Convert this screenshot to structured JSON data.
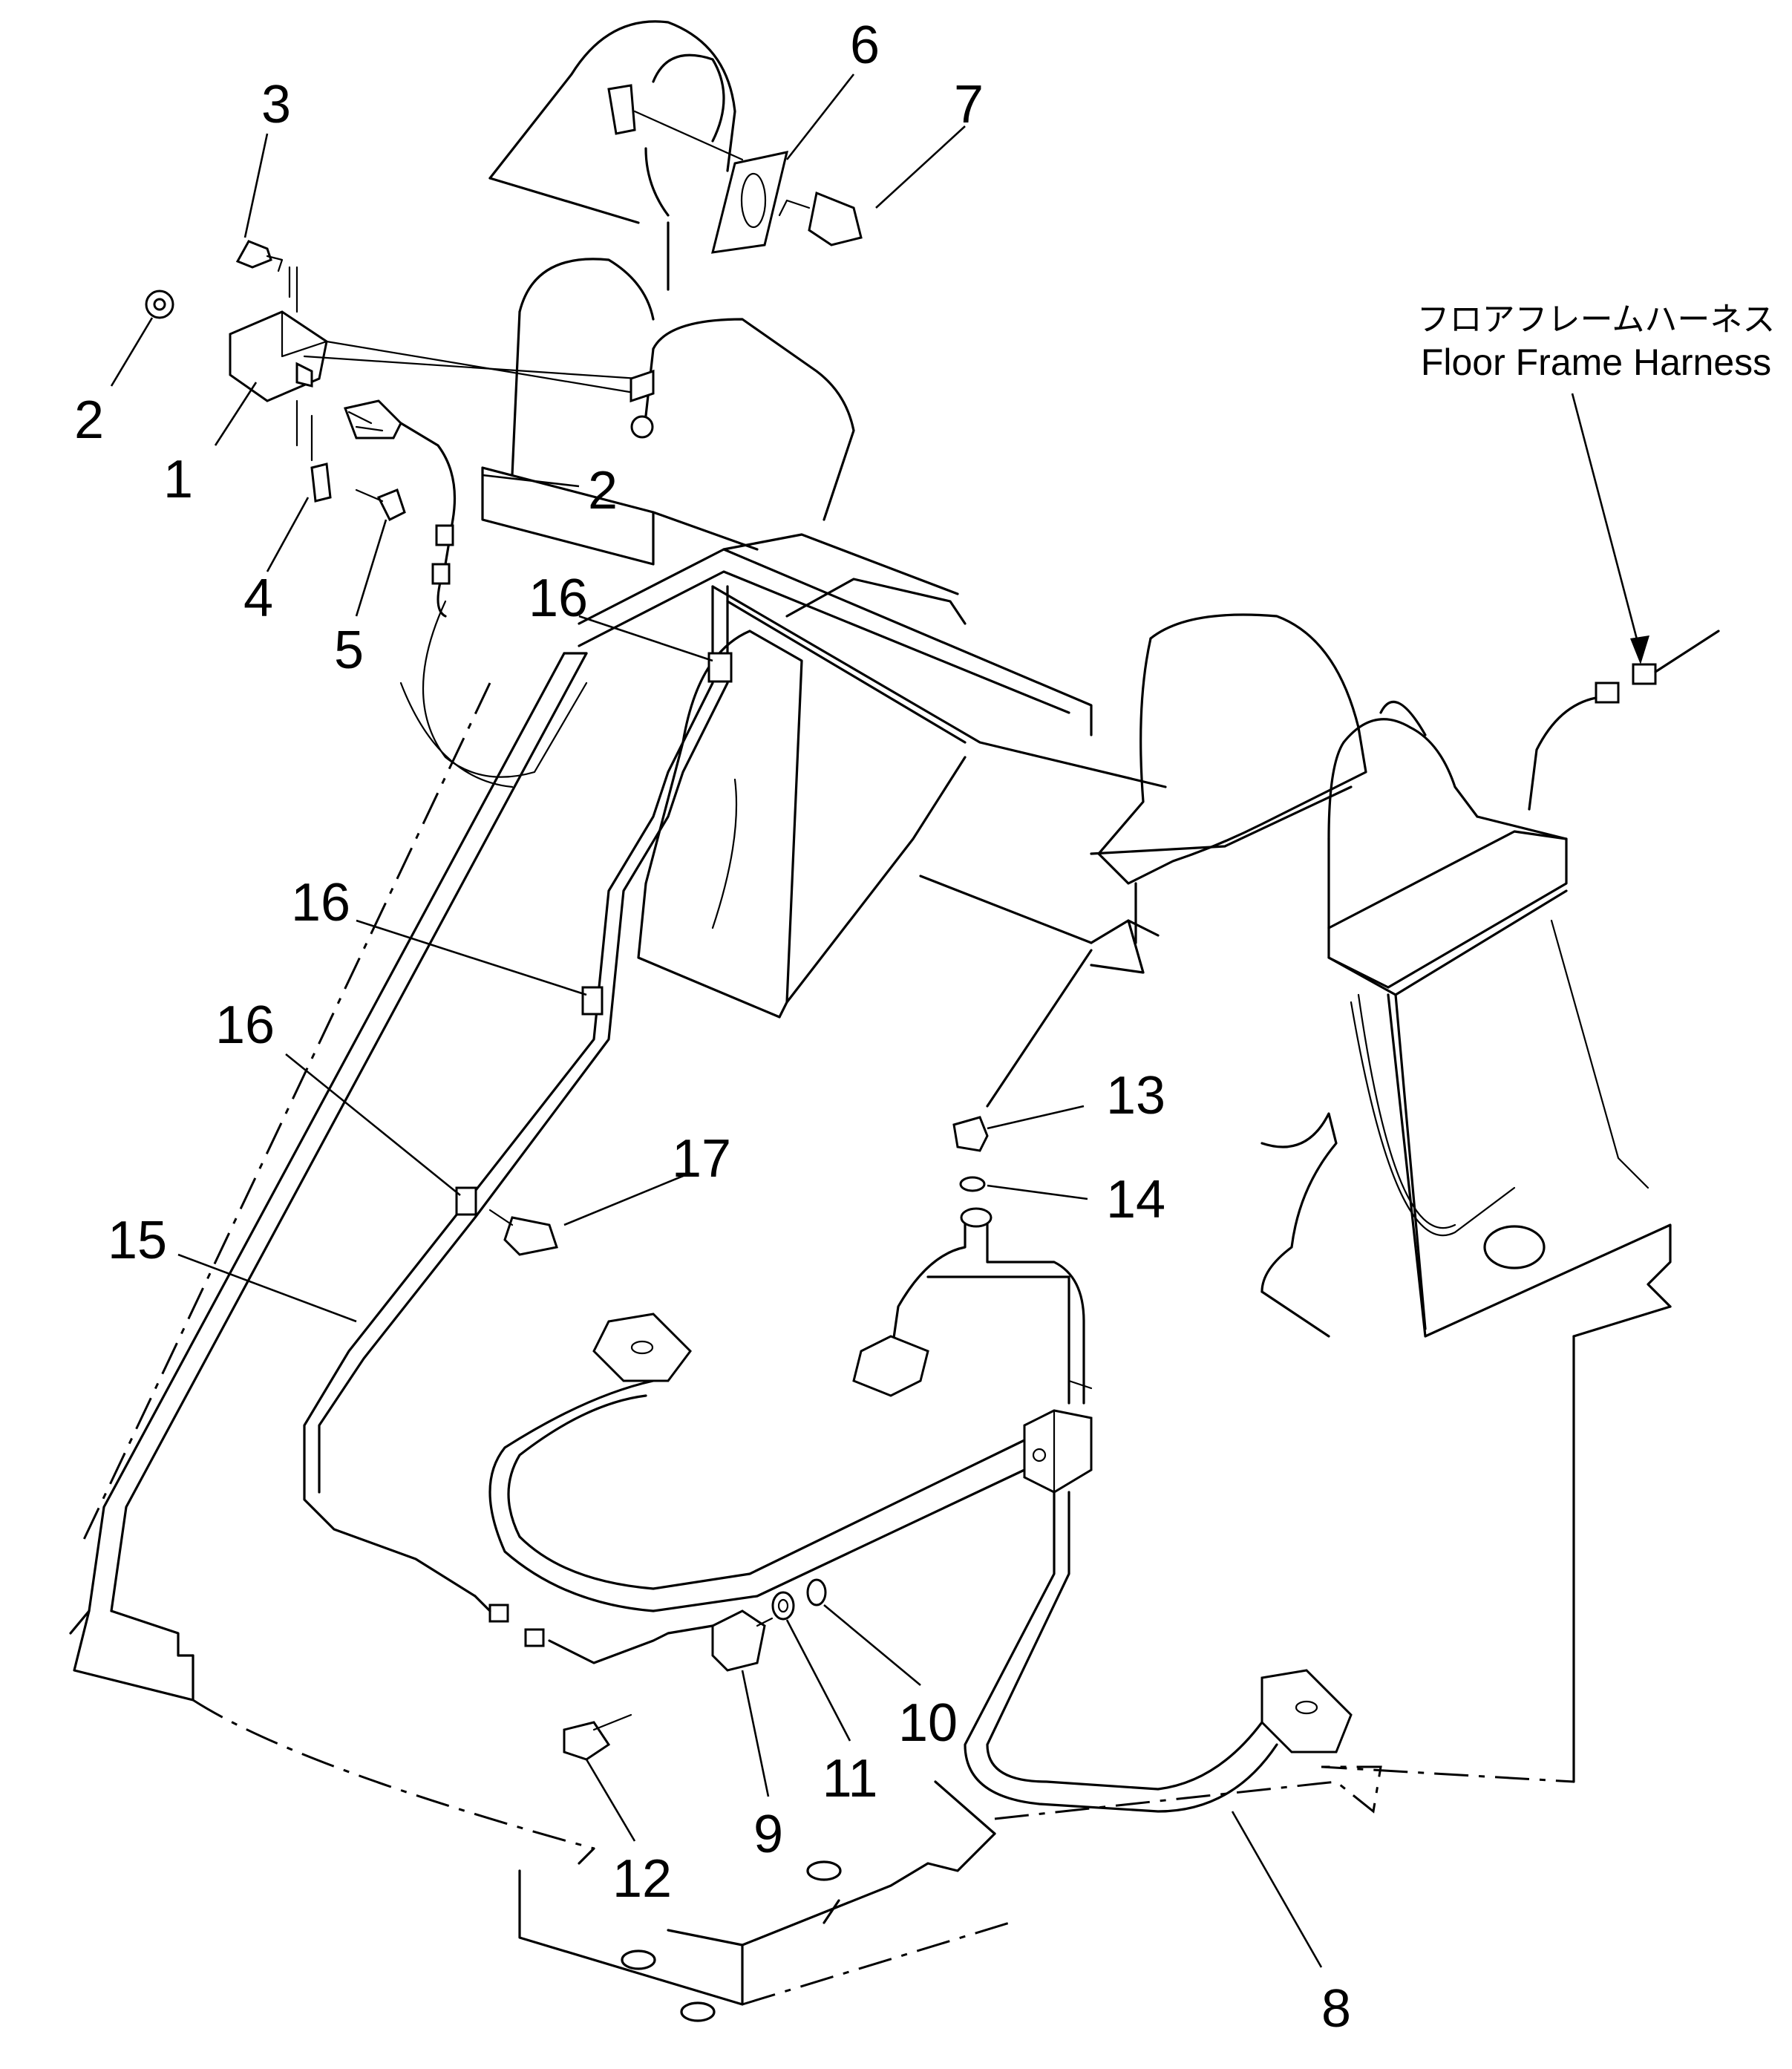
{
  "harness_note": {
    "japanese": "フロアフレームハーネス",
    "english": "Floor Frame Harness"
  },
  "callouts": {
    "c1": "1",
    "c2a": "2",
    "c2b": "2",
    "c3": "3",
    "c4": "4",
    "c5": "5",
    "c6": "6",
    "c7": "7",
    "c8": "8",
    "c9": "9",
    "c10": "10",
    "c11": "11",
    "c12": "12",
    "c13": "13",
    "c14": "14",
    "c15": "15",
    "c16a": "16",
    "c16b": "16",
    "c16c": "16",
    "c17": "17"
  }
}
